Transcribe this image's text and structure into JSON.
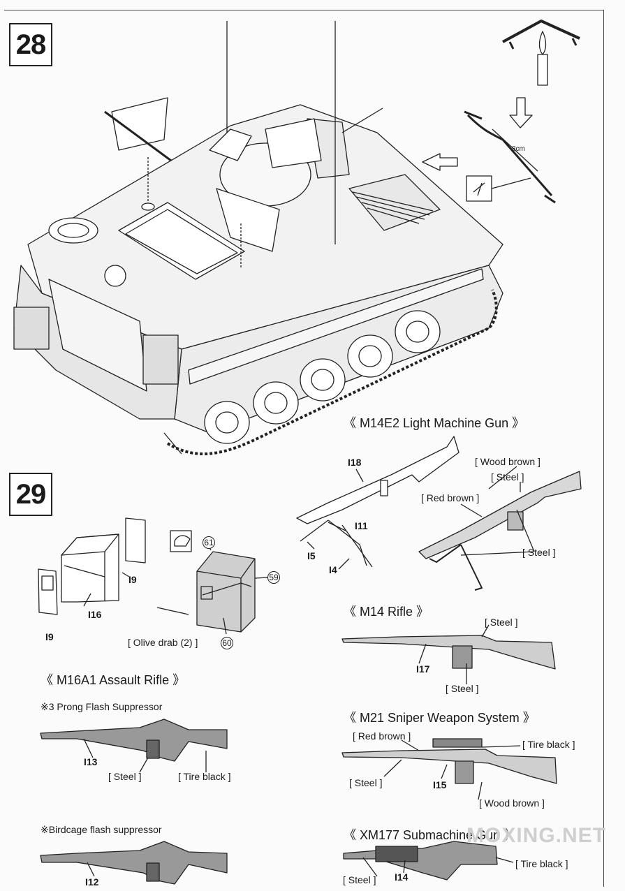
{
  "steps": {
    "s28": "28",
    "s29": "29"
  },
  "hint": {
    "length": "8cm"
  },
  "parts": {
    "i9a": "I9",
    "i9b": "I9",
    "i16": "I16",
    "c61": "61",
    "c59": "59",
    "c60": "60",
    "i18": "I18",
    "i11": "I11",
    "i5": "I5",
    "i4": "I4",
    "i17": "I17",
    "i15": "I15",
    "i14": "I14",
    "i13": "I13",
    "i12": "I12"
  },
  "colors": {
    "olive": "[ Olive drab (2) ]",
    "wood1": "[ Wood brown ]",
    "steel1": "[ Steel ]",
    "red1": "[ Red brown ]",
    "steel2": "[ Steel ]",
    "steel3": "[ Steel ]",
    "steel4": "[ Steel ]",
    "red2": "[ Red brown ]",
    "tire1": "[ Tire black ]",
    "steel5": "[ Steel ]",
    "wood2": "[ Wood brown ]",
    "steel6": "[ Steel ]",
    "tire2": "[ Tire black ]",
    "steel7": "[ Steel ]",
    "tire3": "[ Tire black ]"
  },
  "titles": {
    "m14e2": "《  M14E2 Light Machine Gun  》",
    "m14": "《  M14 Rifle  》",
    "m21": "《  M21 Sniper Weapon System  》",
    "xm177": "《  XM177 Submachine Gun  》",
    "m16": "《  M16A1 Assault Rifle  》"
  },
  "notes": {
    "prong": "※3 Prong Flash Suppressor",
    "bird": "※Birdcage flash suppressor"
  },
  "watermark": "MOXING.NET"
}
